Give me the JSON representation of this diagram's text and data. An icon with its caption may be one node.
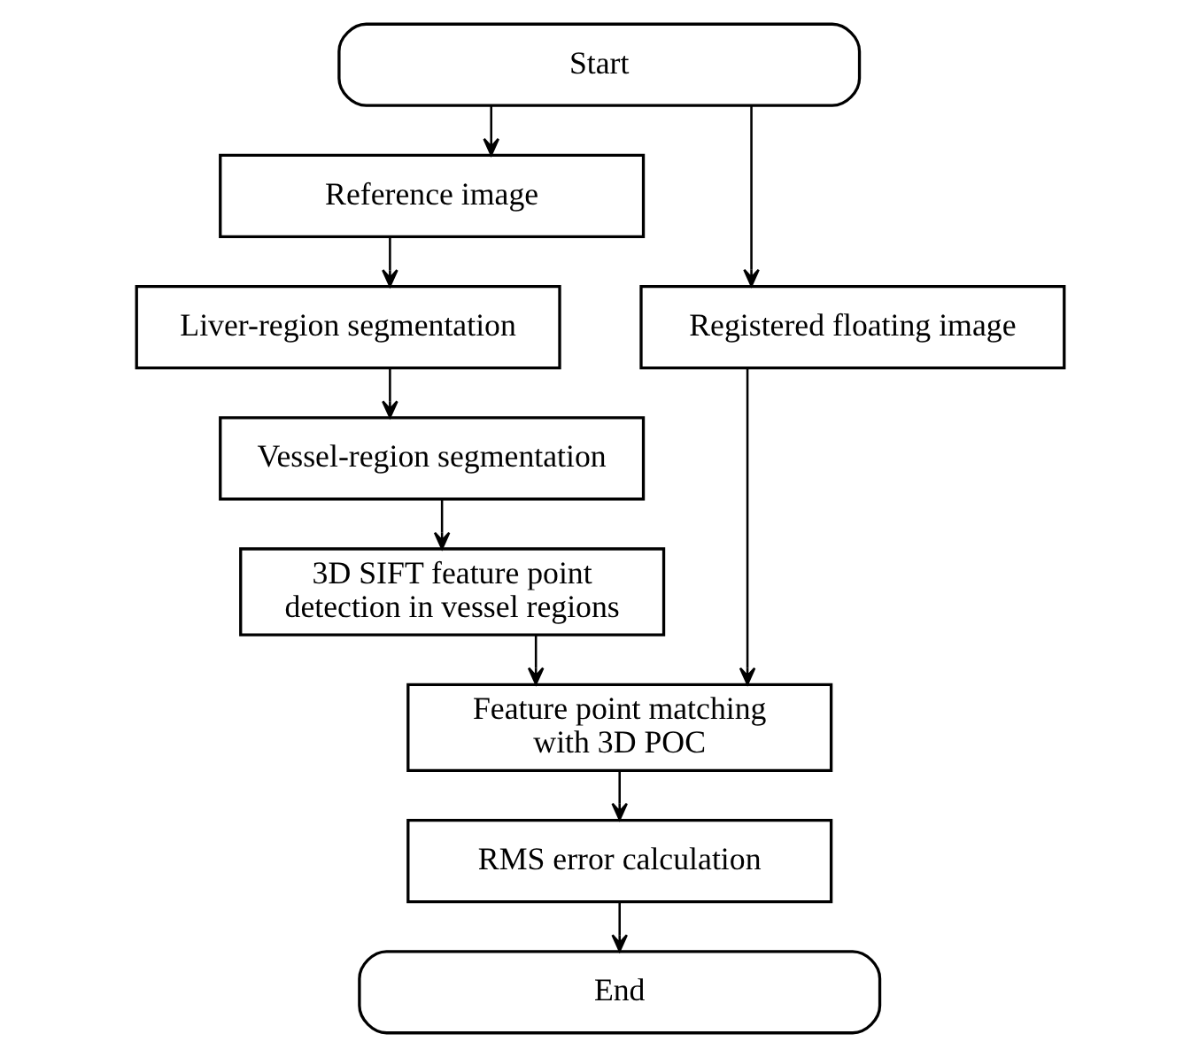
{
  "diagram": {
    "nodes": [
      {
        "text": [
          "Start"
        ]
      },
      {
        "text": [
          "Reference image"
        ]
      },
      {
        "text": [
          "Liver-region segmentation"
        ]
      },
      {
        "text": [
          "Vessel-region segmentation"
        ]
      },
      {
        "text": [
          "3D SIFT feature point detection in vessel regions"
        ]
      },
      {
        "text": [
          "Registered floating image"
        ]
      },
      {
        "text": [
          "Feature point matching with 3D POC"
        ]
      },
      {
        "text": [
          "RMS error calculation"
        ]
      },
      {
        "text": [
          "End"
        ]
      }
    ],
    "edges": [
      {
        "from": 0,
        "to": 1,
        "arrow": "to"
      },
      {
        "from": 0,
        "to": 5,
        "arrow": "to"
      },
      {
        "from": 1,
        "to": 2,
        "arrow": "to"
      },
      {
        "from": 2,
        "to": 3,
        "arrow": "to"
      },
      {
        "from": 3,
        "to": 4,
        "arrow": "to"
      },
      {
        "from": 4,
        "to": 6,
        "arrow": "to"
      },
      {
        "from": 5,
        "to": 6,
        "arrow": "to"
      },
      {
        "from": 6,
        "to": 7,
        "arrow": "to"
      },
      {
        "from": 7,
        "to": 8,
        "arrow": "to"
      }
    ]
  }
}
